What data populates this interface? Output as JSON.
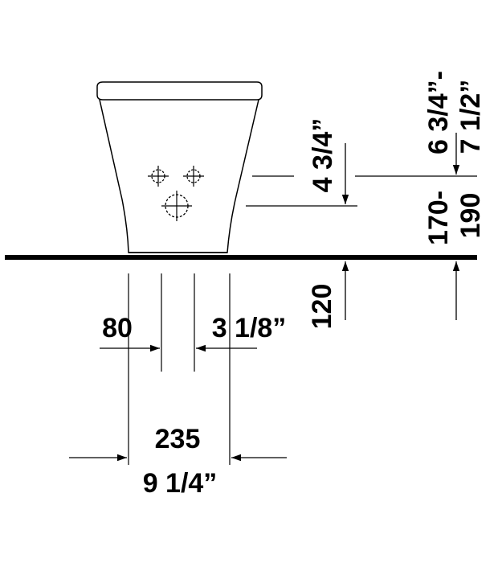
{
  "colors": {
    "ink": "#000000",
    "background": "#ffffff"
  },
  "dimensions": {
    "left_offset_mm": "80",
    "left_offset_in": "3 1/8”",
    "width_mm": "235",
    "width_in": "9 1/4”",
    "height_mm": "120",
    "height_in": "4 3/4”",
    "connection_range_mm_a": "170-",
    "connection_range_mm_b": "190",
    "connection_range_in_a": "6 3/4”-",
    "connection_range_in_b": "7 1/2”"
  }
}
